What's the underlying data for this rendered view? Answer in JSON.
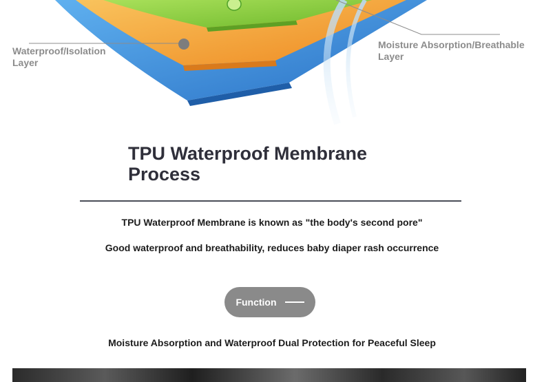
{
  "illustration": {
    "left_label": "Waterproof/Isolation Layer",
    "right_label": "Moisture Absorption/Breathable Layer"
  },
  "title": "TPU Waterproof Membrane Process",
  "descriptions": [
    "TPU Waterproof Membrane is known as \"the body's second pore\"",
    "Good waterproof and breathability, reduces baby diaper rash occurrence"
  ],
  "function_button": {
    "label": "Function"
  },
  "tagline": "Moisture Absorption and Waterproof Dual Protection for Peaceful Sleep",
  "colors": {
    "blue_layer": "#3f8fd8",
    "orange_layer": "#f3a43c",
    "green_layer": "#8ccf3e",
    "pill": "#8a8a8a"
  }
}
